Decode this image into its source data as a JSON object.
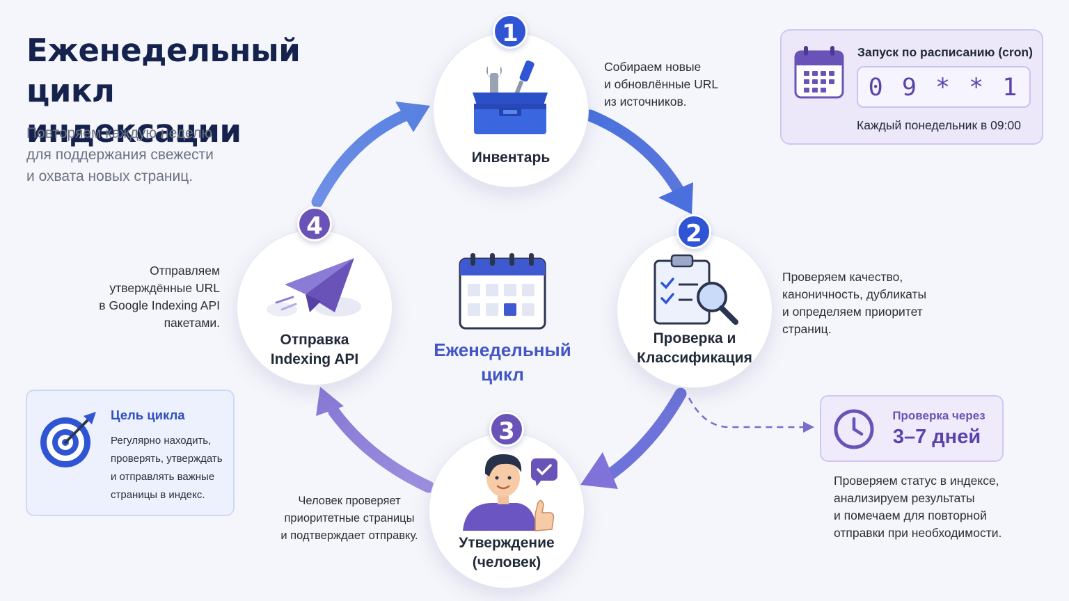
{
  "header": {
    "title": [
      "Еженедельный",
      "цикл индексации"
    ],
    "subtitle": [
      "Повторяем каждую неделю",
      "для поддержания свежести",
      "и охвата новых страниц."
    ]
  },
  "center": {
    "title": [
      "Еженедельный",
      "цикл"
    ]
  },
  "steps": [
    {
      "number": "1",
      "label": [
        "Инвентарь"
      ],
      "icon": "toolbox-icon",
      "description": [
        "Собираем новые",
        "и обновлённые URL",
        "из источников."
      ]
    },
    {
      "number": "2",
      "label": [
        "Проверка и",
        "Классификация"
      ],
      "icon": "clipboard-magnifier-icon",
      "description": [
        "Проверяем качество,",
        "каноничность, дубликаты",
        "и определяем приоритет",
        "страниц."
      ]
    },
    {
      "number": "3",
      "label": [
        "Утверждение",
        "(человек)"
      ],
      "icon": "person-thumbs-up-icon",
      "description": [
        "Человек проверяет",
        "приоритетные страницы",
        "и подтверждает отправку."
      ]
    },
    {
      "number": "4",
      "label": [
        "Отправка",
        "Indexing API"
      ],
      "icon": "paper-plane-icon",
      "description": [
        "Отправляем",
        "утверждённые URL",
        "в Google Indexing API",
        "пакетами."
      ]
    }
  ],
  "cron": {
    "title": "Запуск по расписанию (cron)",
    "expression": "0 9 * * 1",
    "hint": "Каждый понедельник в 09:00",
    "icon": "calendar-icon"
  },
  "goal": {
    "title": "Цель цикла",
    "text": [
      "Регулярно находить,",
      "проверять, утверждать",
      "и отправлять важные",
      "страницы в индекс."
    ],
    "icon": "target-arrow-icon"
  },
  "recheck": {
    "title": "Проверка через",
    "value": "3–7 дней",
    "icon": "clock-icon",
    "description": [
      "Проверяем статус в индексе,",
      "анализируем результаты",
      "и помечаем для повторной",
      "отправки при необходимости."
    ]
  },
  "colors": {
    "navy": "#14224d",
    "blue": "#2f55d4",
    "arrow_blue": "#5b82e0",
    "violet": "#6a53b8",
    "arrow_violet": "#8b7bd6",
    "lavender_bg": "#ece8fa"
  }
}
